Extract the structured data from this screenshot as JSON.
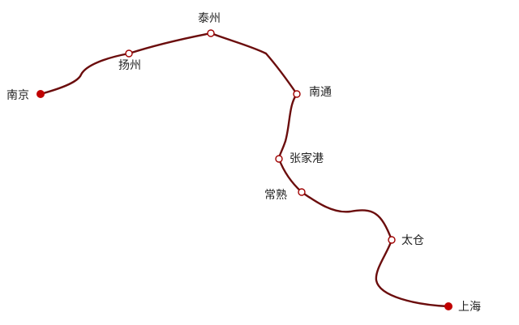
{
  "line_color": "#6b0d0d",
  "terminal_color": "#c00000",
  "stations": [
    {
      "id": "nanjing",
      "name": "南京",
      "type": "terminal"
    },
    {
      "id": "yangzhou",
      "name": "扬州",
      "type": "intermediate"
    },
    {
      "id": "taizhou",
      "name": "泰州",
      "type": "intermediate"
    },
    {
      "id": "nantong",
      "name": "南通",
      "type": "intermediate"
    },
    {
      "id": "zhangjiagang",
      "name": "张家港",
      "type": "intermediate"
    },
    {
      "id": "changshu",
      "name": "常熟",
      "type": "intermediate"
    },
    {
      "id": "taicang",
      "name": "太仓",
      "type": "intermediate"
    },
    {
      "id": "shanghai",
      "name": "上海",
      "type": "terminal"
    }
  ]
}
